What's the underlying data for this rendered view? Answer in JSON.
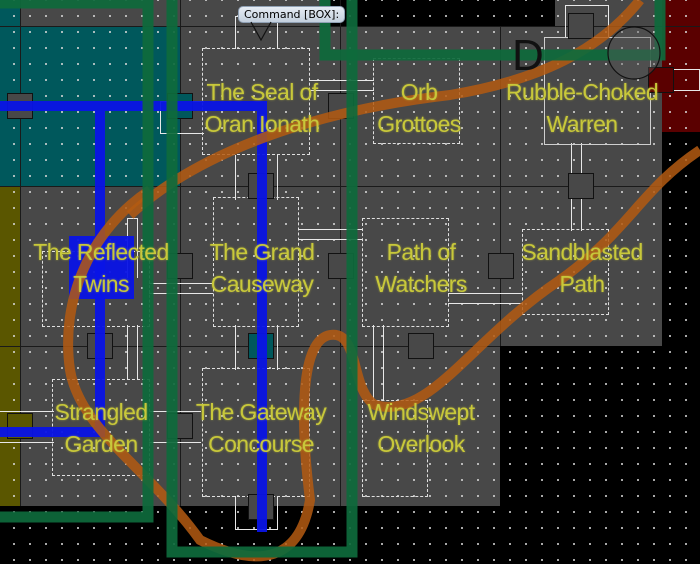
{
  "command_prompt": "Command [BOX]:",
  "marker_letter": "D",
  "colors": {
    "background": "#000000",
    "floor": "#484848",
    "teal_region": "#00585c",
    "olive_region": "#5a5600",
    "red_region": "#5a0000",
    "blue_path": "#0a14e6",
    "green_path": "#0e6a3c",
    "orange_path": "#b45a12",
    "label": "#c8c83a"
  },
  "rooms": [
    {
      "id": "seal",
      "line1": "The Seal of",
      "line2": "Oran Ionath"
    },
    {
      "id": "orb",
      "line1": "Orb",
      "line2": "Grottoes"
    },
    {
      "id": "rubble",
      "line1": "Rubble-Choked",
      "line2": "Warren"
    },
    {
      "id": "twins",
      "line1": "The Reflected",
      "line2": "Twins"
    },
    {
      "id": "causeway",
      "line1": "The Grand",
      "line2": "Causeway"
    },
    {
      "id": "watchers",
      "line1": "Path of",
      "line2": "Watchers"
    },
    {
      "id": "sandblasted",
      "line1": "Sandblasted",
      "line2": "Path"
    },
    {
      "id": "garden",
      "line1": "Strangled",
      "line2": "Garden"
    },
    {
      "id": "gateway",
      "line1": "The Gateway",
      "line2": "Concourse"
    },
    {
      "id": "overlook",
      "line1": "Windswept",
      "line2": "Overlook"
    }
  ]
}
